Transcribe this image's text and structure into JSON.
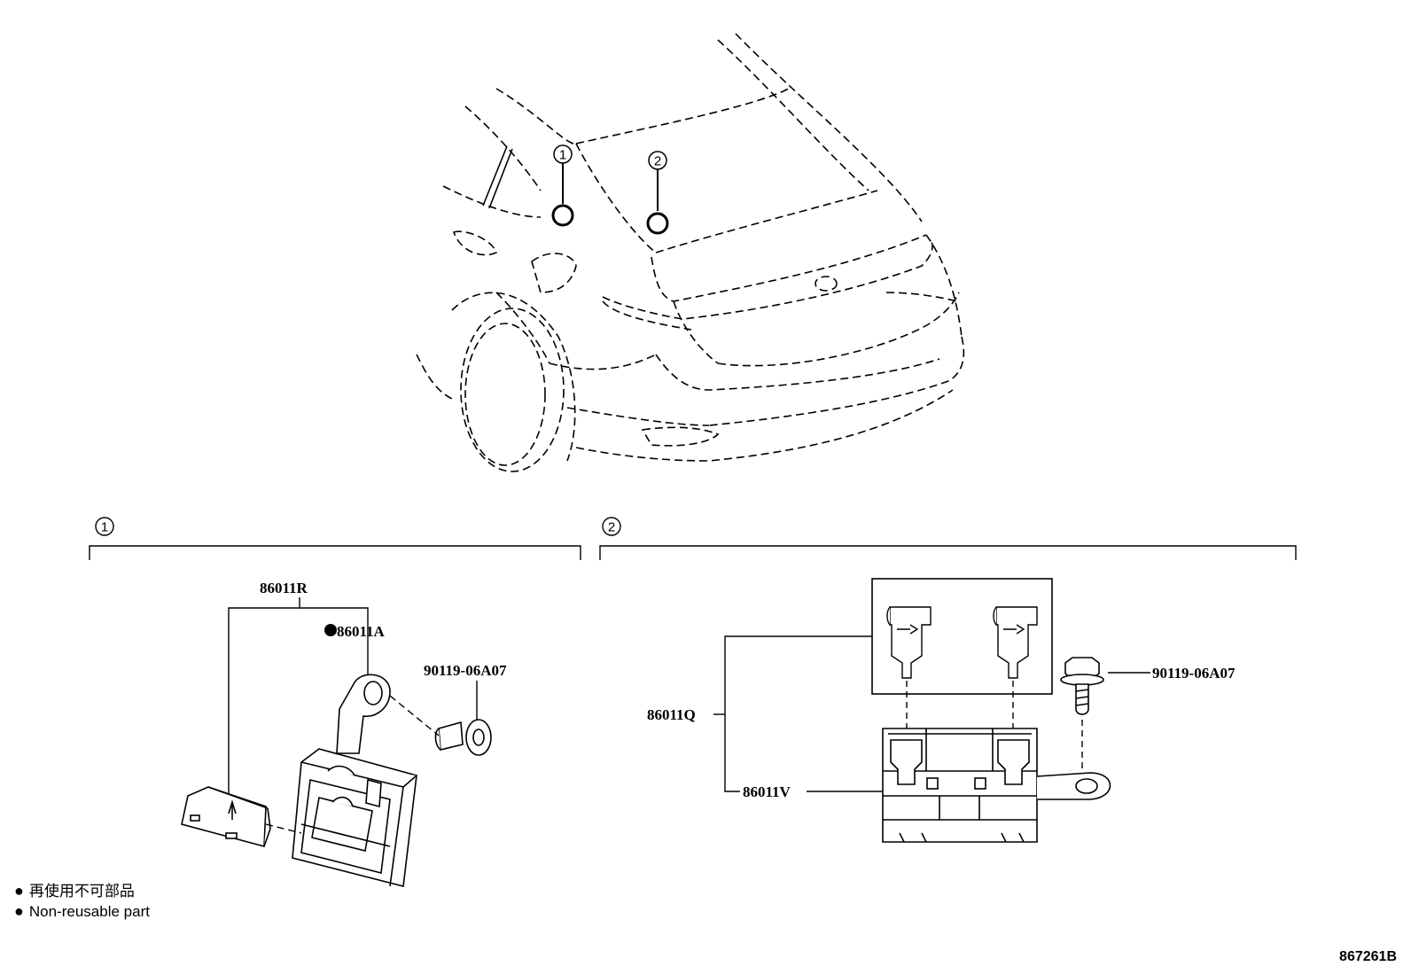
{
  "callouts": {
    "one": "1",
    "two": "2"
  },
  "section1": {
    "number": "1",
    "labels": {
      "assembly": "86011R",
      "nonreusable_part": "86011A",
      "bolt": "90119-06A07"
    }
  },
  "section2": {
    "number": "2",
    "labels": {
      "bolt": "90119-06A07",
      "assembly": "86011Q",
      "bracket": "86011V"
    }
  },
  "legend": {
    "marker": "●",
    "jp": "再使用不可部品",
    "en": "Non-reusable part"
  },
  "diagram_code": "867261B"
}
